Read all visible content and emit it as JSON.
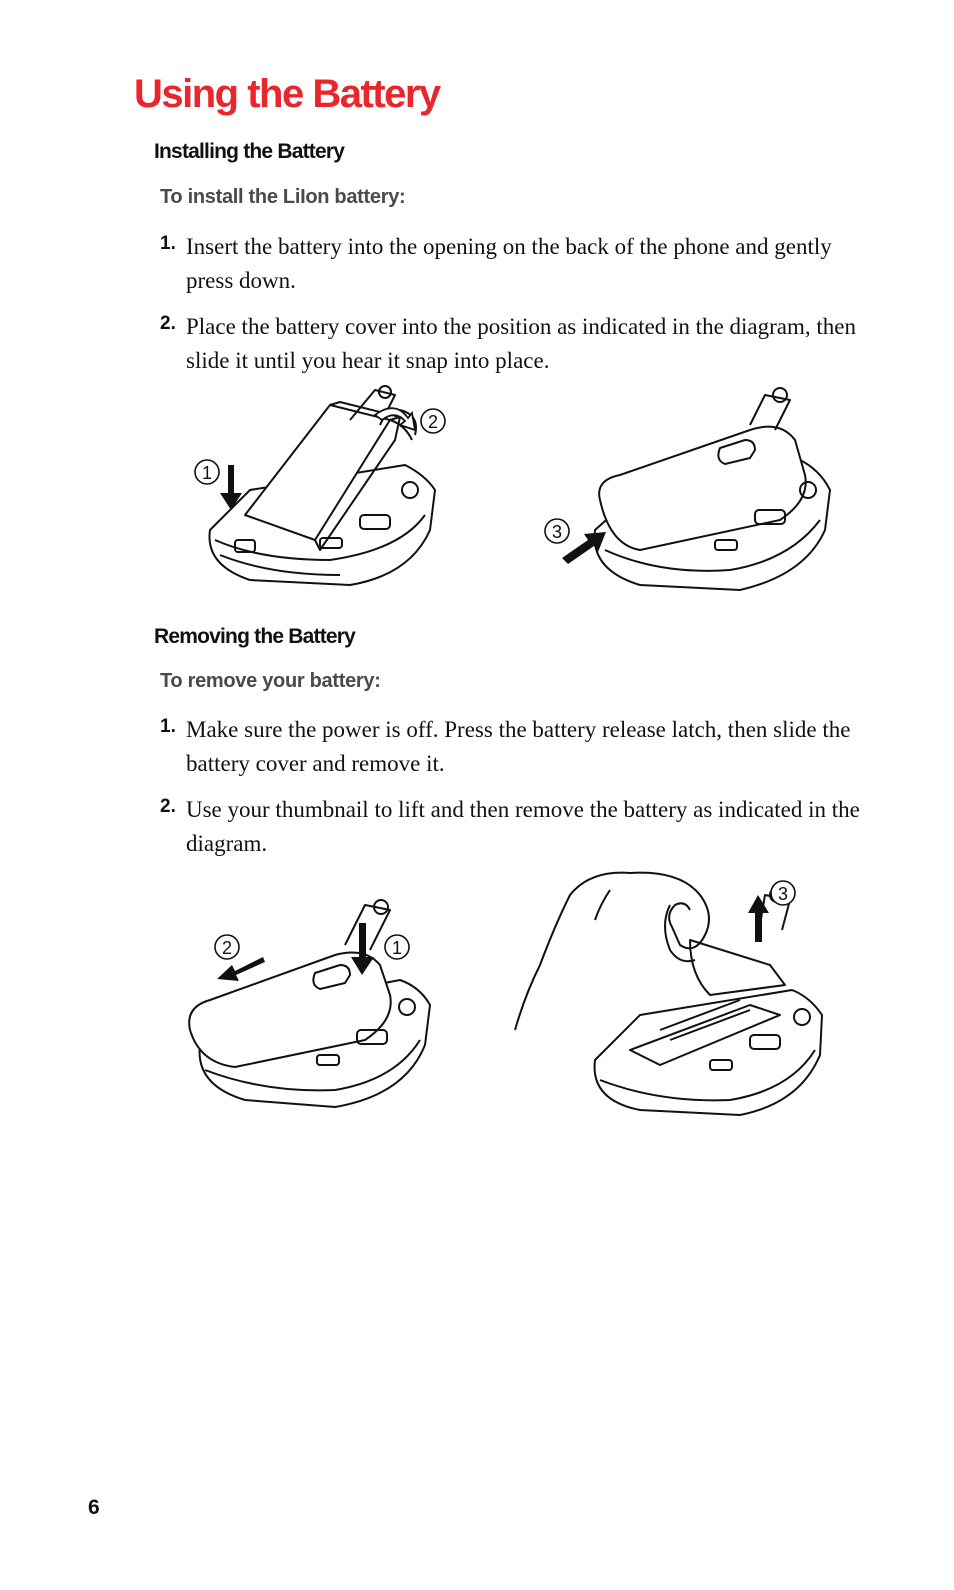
{
  "page": {
    "title": "Using the Battery",
    "page_number": "6"
  },
  "install": {
    "heading": "Installing the Battery",
    "subheading": "To install the LiIon battery:",
    "steps": [
      {
        "num": "1.",
        "text": "Insert the battery into the opening on the back of the phone and gently press down."
      },
      {
        "num": "2.",
        "text": "Place the battery cover into the position as indicated in the diagram, then slide it until you hear it snap into place."
      }
    ],
    "callouts": [
      "1",
      "2",
      "3"
    ]
  },
  "remove": {
    "heading": "Removing the Battery",
    "subheading": "To remove your battery:",
    "steps": [
      {
        "num": "1.",
        "text": "Make sure the power is off. Press the battery release latch, then slide the battery cover and remove it."
      },
      {
        "num": "2.",
        "text": "Use your thumbnail to lift and then remove the battery as indicated in the diagram."
      }
    ],
    "callouts": [
      "2",
      "1",
      "3"
    ]
  },
  "colors": {
    "title": "#e8262c",
    "text": "#111111",
    "subheading": "#4a4a4a"
  },
  "icons": [
    "phone-battery-insert-illustration",
    "phone-cover-slide-illustration",
    "phone-cover-remove-illustration",
    "phone-battery-lift-illustration",
    "arrow-icon"
  ]
}
